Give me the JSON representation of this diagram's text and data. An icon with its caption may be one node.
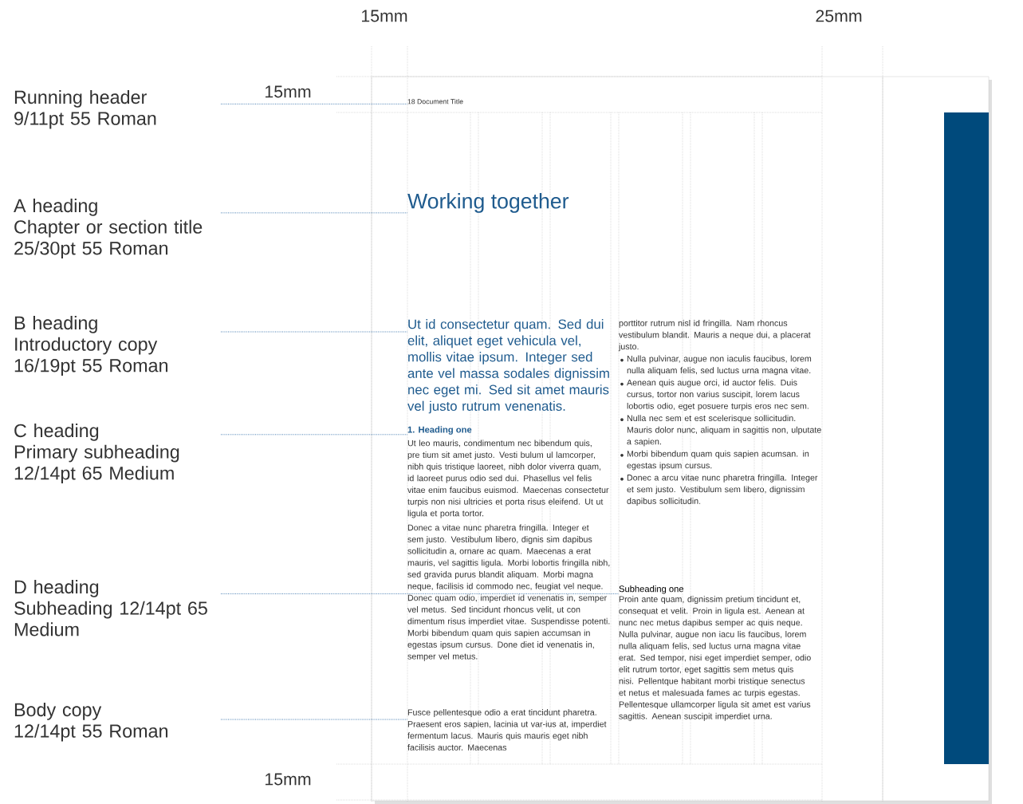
{
  "diagram": {
    "nodes": [
      {
        "text": [
          "Running header",
          "9/11pt 55 Roman"
        ]
      },
      {
        "text": [
          "A heading",
          "Chapter or section title 25/30pt 55 Roman"
        ]
      },
      {
        "text": [
          "B heading",
          "Introductory copy 16/19pt 55 Roman"
        ]
      },
      {
        "text": [
          "C heading",
          "Primary subheading 12/14pt 65 Medium"
        ]
      },
      {
        "text": [
          "D heading",
          "Subheading 12/14pt 65 Medium"
        ]
      },
      {
        "text": [
          "Body copy",
          "12/14pt 55 Roman"
        ]
      },
      {
        "text": [
          "18 Document Title"
        ]
      },
      {
        "text": [
          "Working together"
        ]
      },
      {
        "text": [
          "Ut id consectetur quam. Sed dui elit, aliquet eget vehicula vel, mollis vitae ipsum. Integer sed ante vel massa sodales dignissim nec eget mi. Sed sit amet mauris vel justo rutrum venenatis."
        ]
      },
      {
        "text": [
          "1. Heading one"
        ]
      },
      {
        "text": [
          "Subheading one"
        ]
      },
      {
        "text": [
          "Fusce pellentesque odio a erat tincidunt pharetra. Praesent eros sapien, lacinia ut var-ius at, imperdiet fermentum lacus. Mauris quis mauris eget nibh facilisis auctor. Maecenas"
        ]
      }
    ],
    "edges": [
      {
        "from": 0,
        "to": 6,
        "arrow": "none"
      },
      {
        "from": 1,
        "to": 7,
        "arrow": "none"
      },
      {
        "from": 2,
        "to": 8,
        "arrow": "none"
      },
      {
        "from": 3,
        "to": 9,
        "arrow": "none"
      },
      {
        "from": 4,
        "to": 10,
        "arrow": "none"
      },
      {
        "from": 5,
        "to": 11,
        "arrow": "none"
      }
    ],
    "labels": [
      "15mm",
      "25mm",
      "15mm",
      "Ut leo mauris, condimentum nec bibendum quis, pre tium sit amet justo. Vesti bulum ul lamcorper, nibh quis tristique laoreet, nibh dolor viverra quam, id laoreet purus odio sed dui. Phasellus vel felis vitae enim faucibus euismod. Maecenas consectetur turpis non nisi ultricies et porta risus eleifend. Ut ut ligula et porta tortor.",
      "Donec a vitae nunc pharetra fringilla. Integer et sem justo. Vestibulum libero, dignis sim dapibus sollicitudin a, ornare ac quam. Maecenas a erat mauris, vel sagittis ligula. Morbi lobortis fringilla nibh, sed gravida purus blandit aliquam. Morbi magna neque, facilisis id commodo nec, feugiat vel neque. Donec quam odio, imperdiet id venenatis in, semper vel metus. Sed tincidunt rhoncus velit, ut con dimentum risus imperdiet vitae. Suspendisse potenti. Morbi bibendum quam quis sapien accumsan in egestas ipsum cursus. Done diet id venenatis in, semper vel metus.",
      "porttitor rutrum nisl id fringilla. Nam rhoncus vestibulum blandit. Mauris a neque dui, a placerat justo.",
      "Nulla pulvinar, augue non iaculis faucibus, lorem nulla aliquam felis, sed luctus urna magna vitae.",
      "Aenean quis augue orci, id auctor felis. Duis cursus, tortor non varius suscipit, lorem lacus lobortis odio, eget posuere turpis eros nec sem.",
      "Nulla nec sem et est scelerisque sollicitudin. Mauris dolor nunc, aliquam in sagittis non, ulputate a sapien.",
      "Morbi bibendum quam quis sapien acumsan. in egestas ipsum cursus.",
      "Donec a arcu vitae nunc pharetra fringilla. Integer et sem justo. Vestibulum sem libero, dignissim dapibus sollicitudin.",
      "Proin ante quam, dignissim pretium tincidunt et, consequat et velit. Proin in ligula est. Aenean at nunc nec metus dapibus semper ac quis neque. Nulla pulvinar, augue non iacu lis faucibus, lorem nulla aliquam felis, sed luctus urna magna vitae erat. Sed tempor, nisi eget imperdiet semper, odio elit rutrum tortor, eget sagittis sem metus quis nisi. Pellentque habitant morbi tristique senectus et netus et malesuada fames ac turpis egestas. Pellentesque ullamcorper ligula sit amet est varius sagittis. Aenean suscipit imperdiet urna.",
      "15mm"
    ]
  }
}
